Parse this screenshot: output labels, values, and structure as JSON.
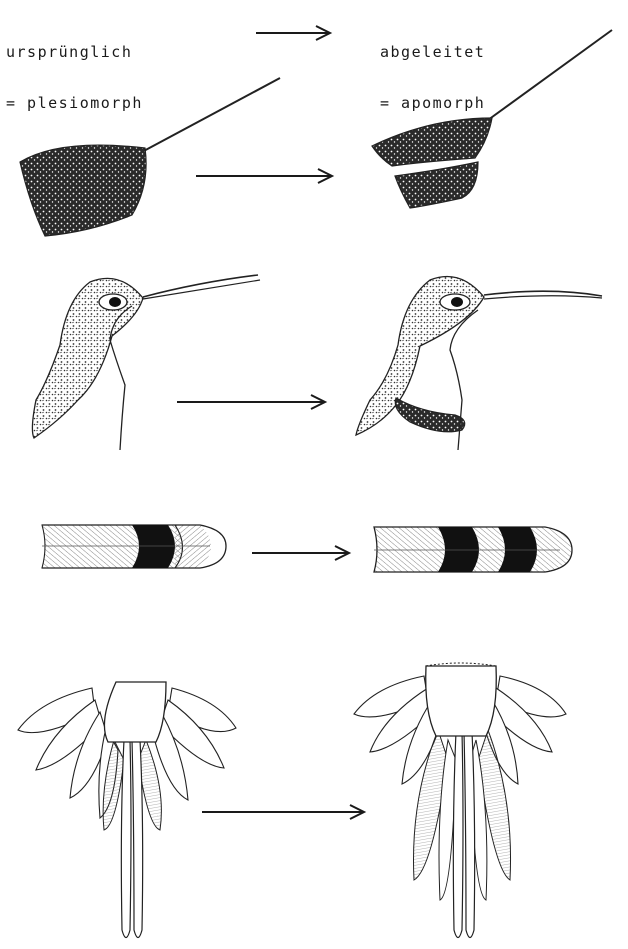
{
  "header": {
    "left_line1": "ursprünglich",
    "left_line2": "= plesiomorph",
    "right_line1": "abgeleitet",
    "right_line2": "= apomorph"
  },
  "icons": [
    "arrow-right-icon"
  ],
  "colors": {
    "ink": "#1a1a1a",
    "paper": "#ffffff"
  }
}
